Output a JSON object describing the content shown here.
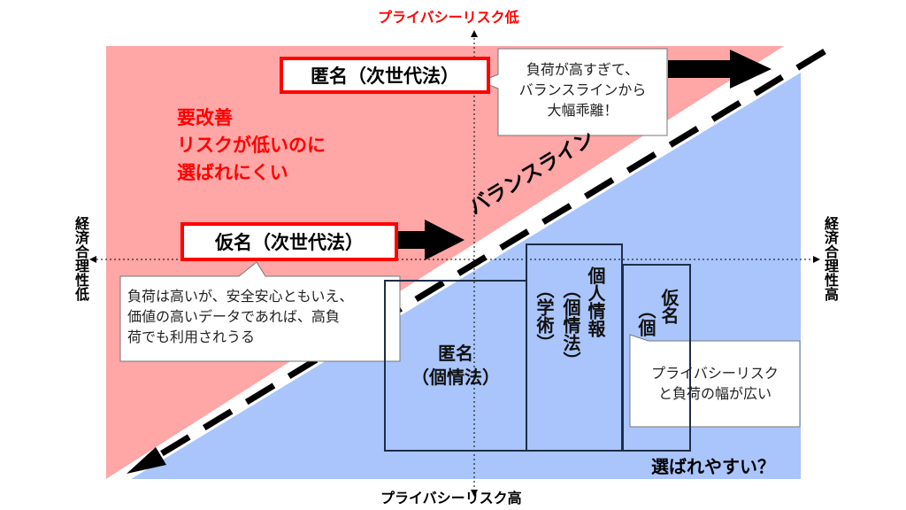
{
  "axes": {
    "top": "プライバシーリスク低",
    "bottom": "プライバシーリスク高",
    "left": "経済合理性低",
    "right": "経済合理性高"
  },
  "boxes": {
    "anon_next": "匿名（次世代法）",
    "pseudo_next": "仮名（次世代法）"
  },
  "improvement": {
    "line1": "要改善",
    "line2": "リスクが低いのに",
    "line3": "選ばれにくい"
  },
  "balance_line": "バランスライン",
  "callouts": {
    "top": "負荷が高すぎて、\nバランスラインから\n大幅乖離！",
    "left": "負荷は高いが、安全安心ともいえ、\n価値の高いデータであれば、高負\n荷でも利用されうる",
    "right": "プライバシーリスク\nと負荷の幅が広い"
  },
  "blocks": {
    "anon_personal_1": "匿名",
    "anon_personal_2": "（個情法）",
    "academic": "（学術）",
    "personal_info_1": "個人情報",
    "personal_info_2": "（個情法）",
    "pseudo_1": "仮名",
    "pseudo_2": "（個"
  },
  "chosen_easily": "選ばれやすい？",
  "colors": {
    "upper_region": "#ffa6a6",
    "lower_region": "#a9c5fb",
    "accent_red": "#ff0000",
    "navy": "#1f2d4a"
  }
}
